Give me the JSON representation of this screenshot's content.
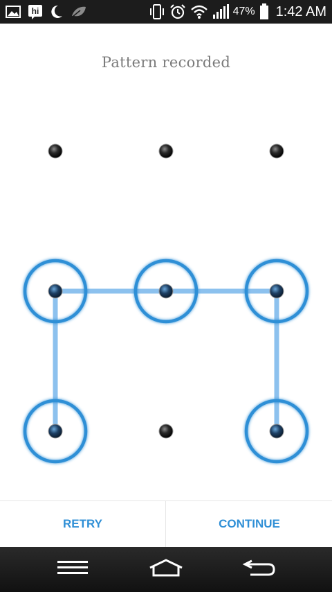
{
  "status_bar": {
    "icons_left": [
      "gallery-icon",
      "hi-app-icon",
      "moon-icon",
      "leaf-icon"
    ],
    "icons_right": [
      "vibrate-icon",
      "alarm-icon",
      "wifi-icon",
      "signal-icon",
      "battery-icon"
    ],
    "battery_percent": "47%",
    "time": "1:42 AM"
  },
  "pattern": {
    "header": "Pattern recorded",
    "grid_size": 3,
    "selected_nodes": [
      3,
      4,
      5,
      6,
      8
    ],
    "path_order": [
      6,
      3,
      4,
      5,
      8
    ],
    "accent_color": "#2f8fd6",
    "line_color": "#8cc1ee"
  },
  "buttons": {
    "retry": "RETRY",
    "continue": "CONTINUE"
  },
  "nav_bar": {
    "icons": [
      "menu-icon",
      "home-icon",
      "back-icon"
    ]
  }
}
